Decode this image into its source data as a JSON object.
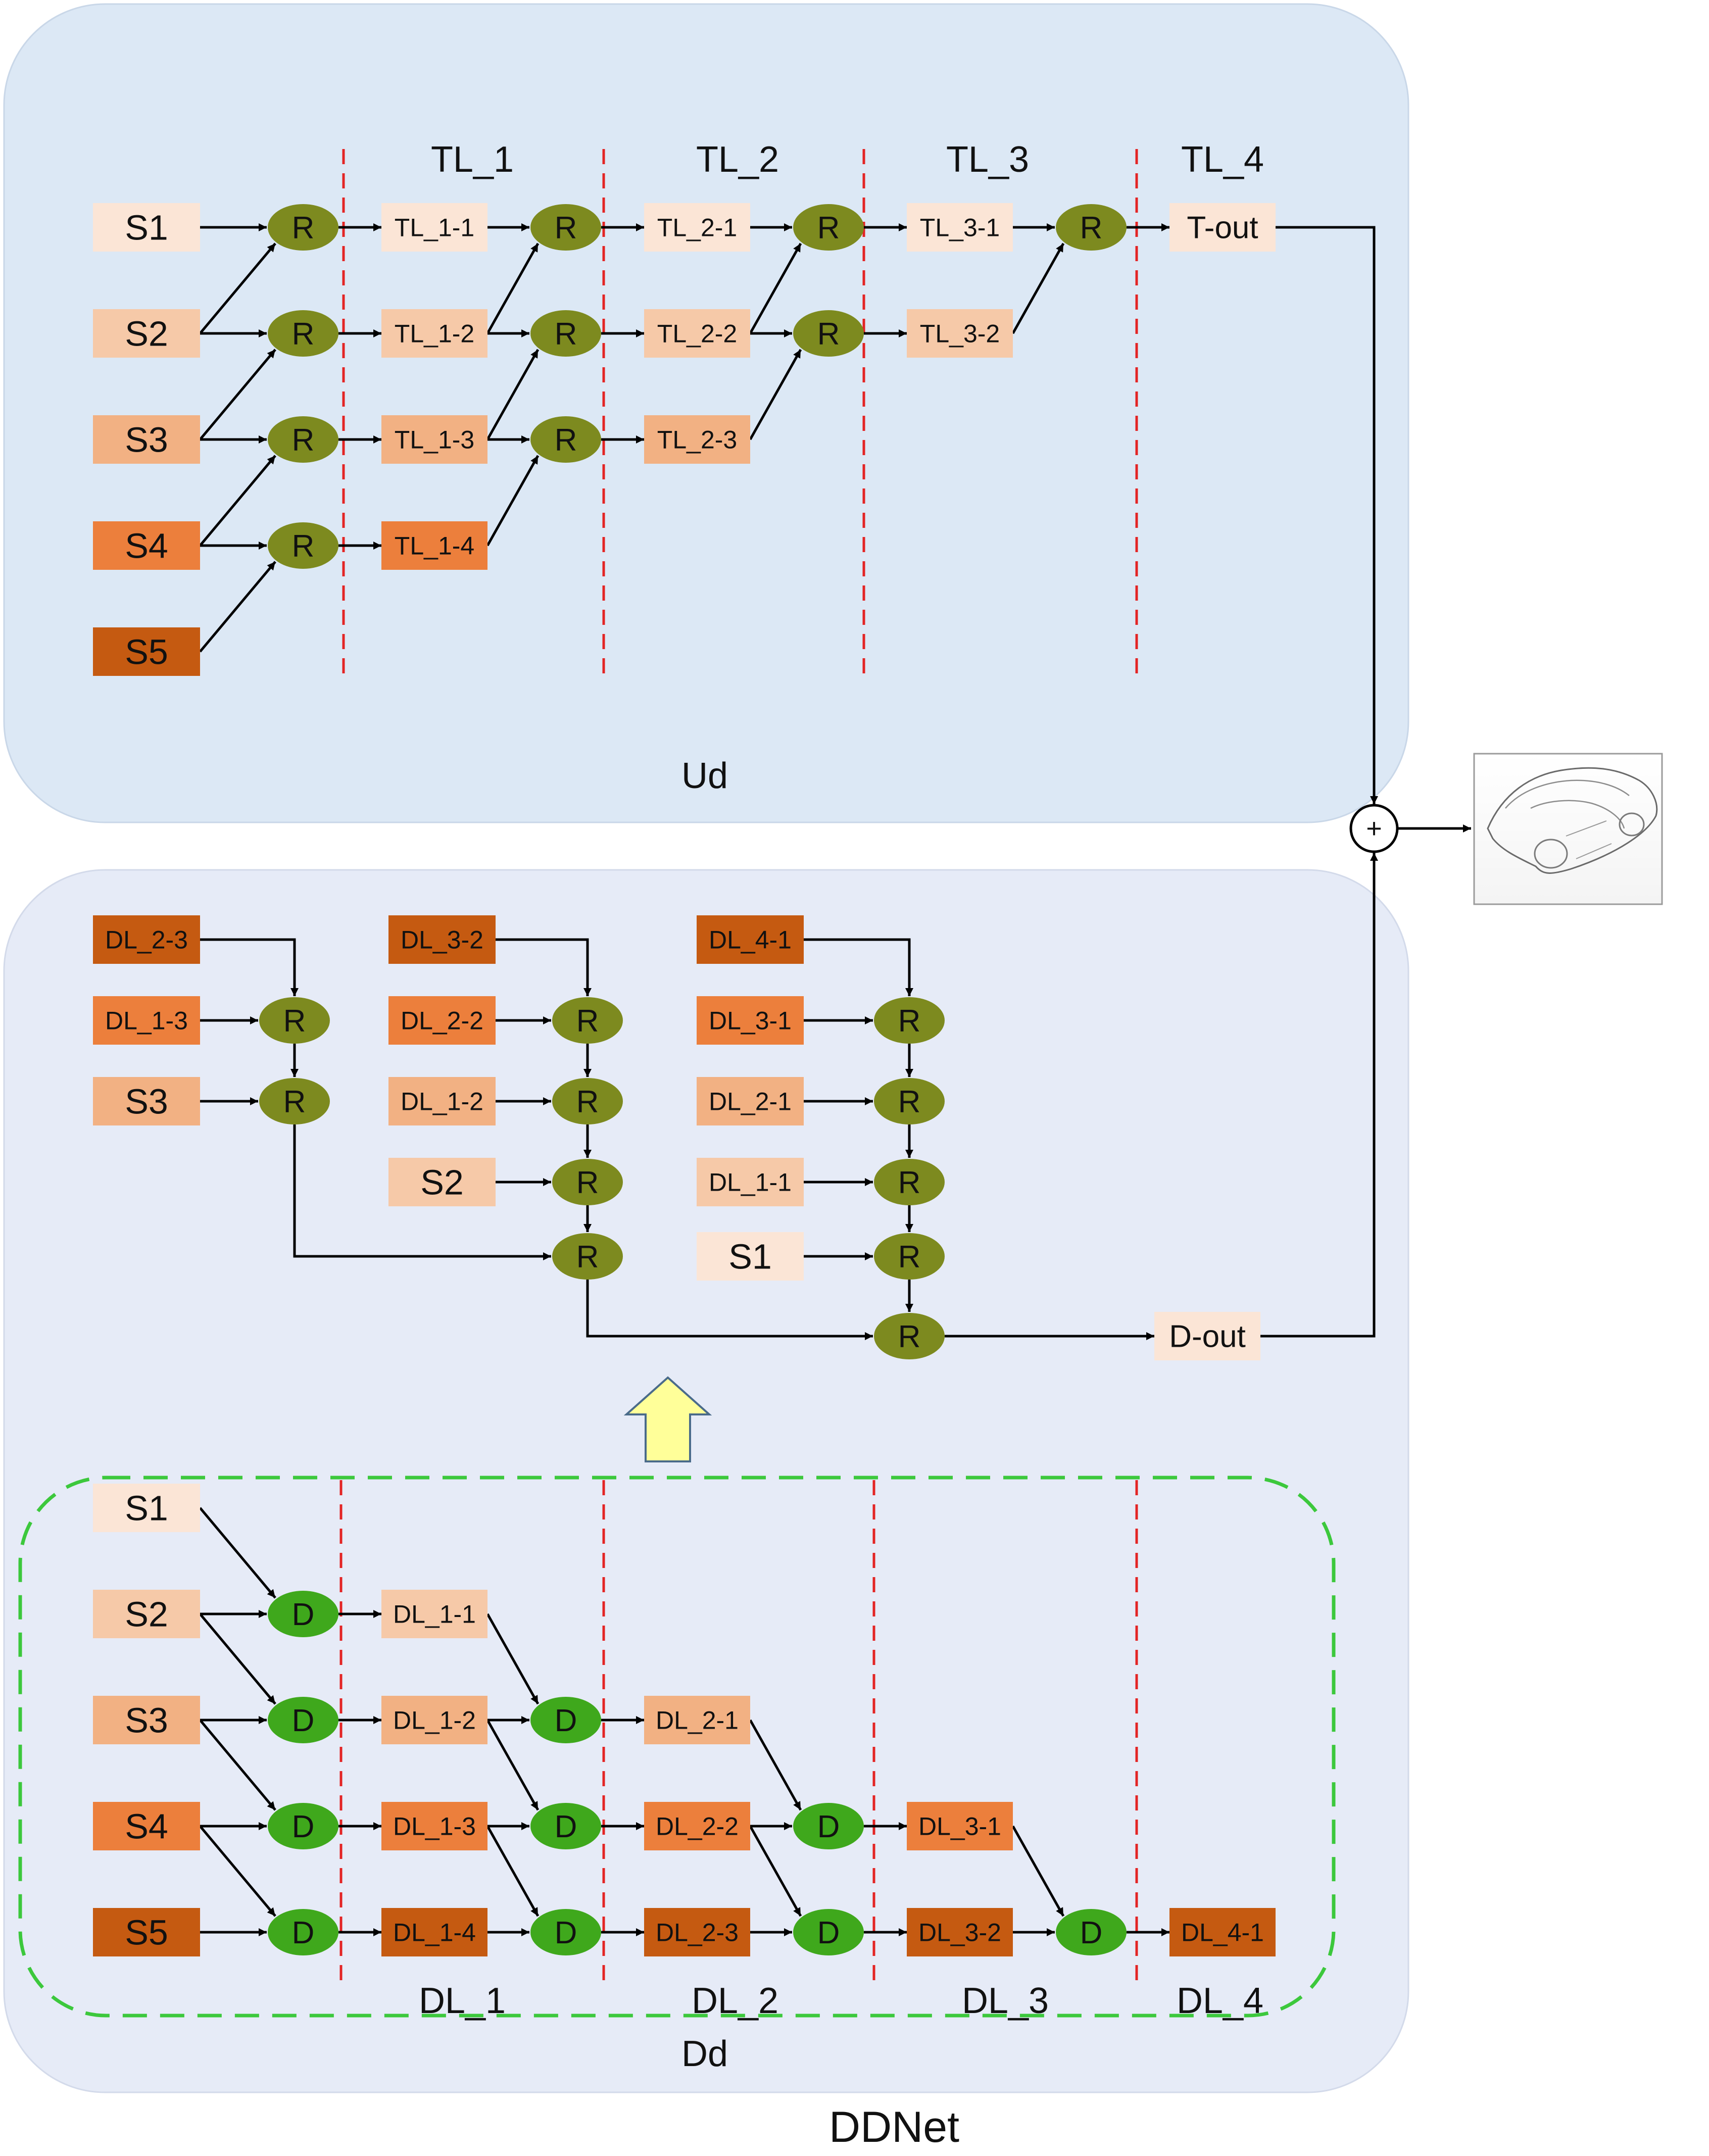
{
  "title": "DDNet",
  "ud_label": "Ud",
  "dd_label": "Dd",
  "ud_stage_labels": [
    "TL_1",
    "TL_2",
    "TL_3",
    "TL_4"
  ],
  "dd_stage_labels": [
    "DL_1",
    "DL_2",
    "DL_3",
    "DL_4"
  ],
  "r_label": "R",
  "d_label": "D",
  "plus_label": "+",
  "t_out": "T-out",
  "d_out": "D-out",
  "colors": {
    "ud_bg": "#dce8f5",
    "dd_bg": "#e6ebf7",
    "r_node": "#7d8a1f",
    "d_node": "#3fa81c",
    "s1": "#fbe5d6",
    "s2": "#f6c9a8",
    "s3": "#f2b183",
    "s4": "#ec7f3c",
    "s5": "#c55a11",
    "divider": "#e32424",
    "dashed_frame": "#3cc83c",
    "up_arrow": "#ffff99"
  },
  "ud": {
    "sources": [
      "S1",
      "S2",
      "S3",
      "S4",
      "S5"
    ],
    "tl1": [
      "TL_1-1",
      "TL_1-2",
      "TL_1-3",
      "TL_1-4"
    ],
    "tl2": [
      "TL_2-1",
      "TL_2-2",
      "TL_2-3"
    ],
    "tl3": [
      "TL_3-1",
      "TL_3-2"
    ]
  },
  "fusion": {
    "col1": [
      "DL_2-3",
      "DL_1-3",
      "S3"
    ],
    "col2": [
      "DL_3-2",
      "DL_2-2",
      "DL_1-2",
      "S2"
    ],
    "col3": [
      "DL_4-1",
      "DL_3-1",
      "DL_2-1",
      "DL_1-1",
      "S1"
    ]
  },
  "dd": {
    "sources": [
      "S1",
      "S2",
      "S3",
      "S4",
      "S5"
    ],
    "dl1": [
      "DL_1-1",
      "DL_1-2",
      "DL_1-3",
      "DL_1-4"
    ],
    "dl2": [
      "DL_2-1",
      "DL_2-2",
      "DL_2-3"
    ],
    "dl3": [
      "DL_3-1",
      "DL_3-2"
    ],
    "dl4": [
      "DL_4-1"
    ]
  }
}
